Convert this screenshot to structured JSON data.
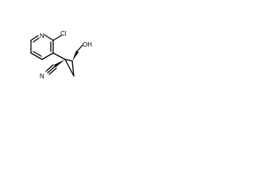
{
  "molecule": {
    "atom_labels": {
      "ring_nitrogen": "N",
      "chlorine": "Cl",
      "hydroxyl": "OH",
      "nitrile_nitrogen": "N"
    },
    "colors": {
      "bond": "#000000",
      "text": "#000000",
      "background": "#ffffff"
    }
  }
}
